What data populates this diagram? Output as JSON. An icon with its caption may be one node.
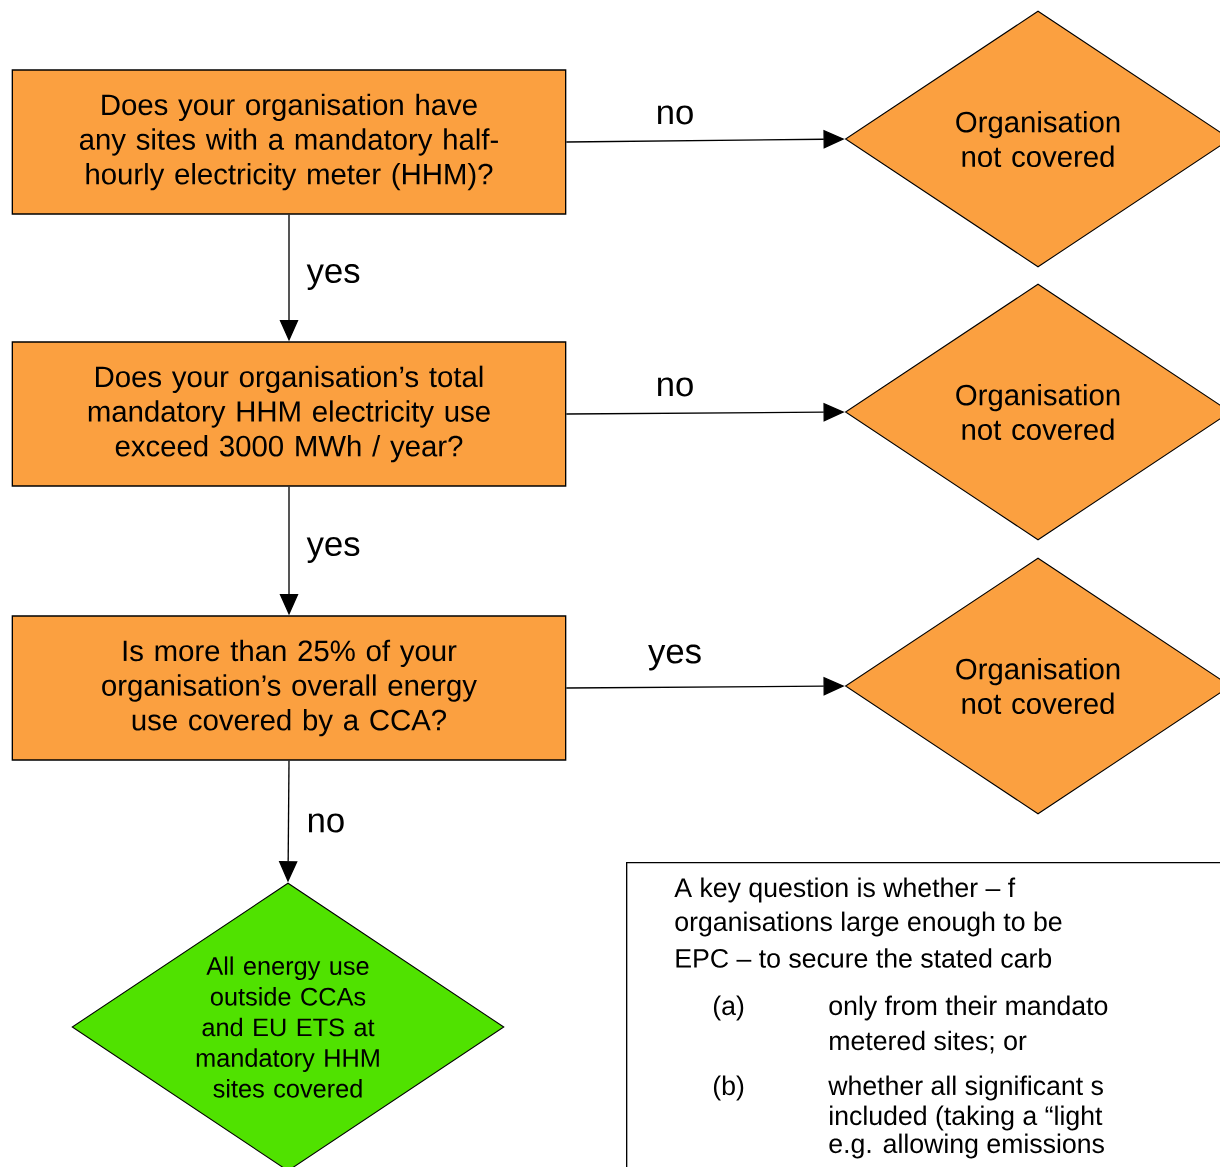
{
  "diagram": {
    "nodes": [
      {
        "text": [
          "Does your organisation have any sites with a mandatory half-hourly electricity meter (HHM)?"
        ]
      },
      {
        "text": [
          "Organisation not covered"
        ]
      },
      {
        "text": [
          "Does your organisation’s total mandatory HHM electricity use exceed 3000 MWh / year?"
        ]
      },
      {
        "text": [
          "Organisation not covered"
        ]
      },
      {
        "text": [
          "Is more than 25% of your organisation’s overall energy use covered by a CCA?"
        ]
      },
      {
        "text": [
          "Organisation not covered"
        ]
      },
      {
        "text": [
          "All energy use outside CCAs and EU ETS at mandatory HHM sites covered"
        ]
      },
      {
        "text": [
          "A key question is whether – f",
          "organisations large enough to be",
          "EPC – to secure the stated carb",
          "(a)",
          "only from their mandato",
          "metered sites; or",
          "(b)",
          "whether all significant s",
          "included (taking a “light",
          "e.g. allowing emissions"
        ]
      }
    ],
    "edges": [
      {
        "from": 0,
        "to": 1,
        "arrow": "to",
        "label": "no"
      },
      {
        "from": 0,
        "to": 2,
        "arrow": "to",
        "label": "yes"
      },
      {
        "from": 2,
        "to": 3,
        "arrow": "to",
        "label": "no"
      },
      {
        "from": 2,
        "to": 4,
        "arrow": "to",
        "label": "yes"
      },
      {
        "from": 4,
        "to": 5,
        "arrow": "to",
        "label": "yes"
      },
      {
        "from": 4,
        "to": 6,
        "arrow": "to",
        "label": "no"
      }
    ]
  }
}
